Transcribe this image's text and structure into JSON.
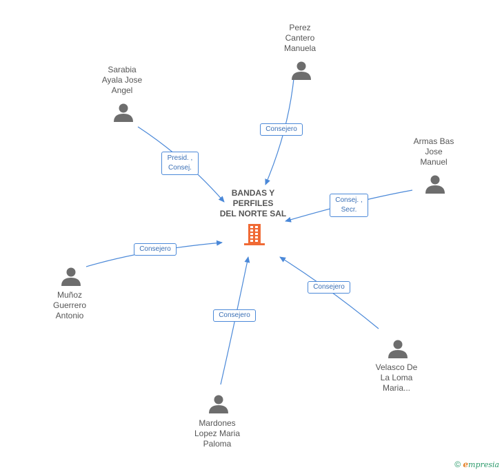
{
  "company": {
    "name": "BANDAS Y\nPERFILES\nDEL NORTE SAL",
    "icon": "building-icon",
    "color": "#f06a35"
  },
  "people": [
    {
      "name": "Perez\nCantero\nManuela",
      "role": "Consejero"
    },
    {
      "name": "Sarabia\nAyala Jose\nAngel",
      "role": "Presid. ,\nConsej."
    },
    {
      "name": "Armas Bas\nJose\nManuel",
      "role": "Consej. ,\nSecr."
    },
    {
      "name": "Muñoz\nGuerrero\nAntonio",
      "role": "Consejero"
    },
    {
      "name": "Mardones\nLopez Maria\nPaloma",
      "role": "Consejero"
    },
    {
      "name": "Velasco De\nLa Loma\nMaria...",
      "role": "Consejero"
    }
  ],
  "colors": {
    "edge": "#4a88d8",
    "person": "#6d6d6d",
    "text": "#555555"
  },
  "footer": {
    "copyright": "©",
    "brand_e": "e",
    "brand_rest": "mpresia"
  }
}
